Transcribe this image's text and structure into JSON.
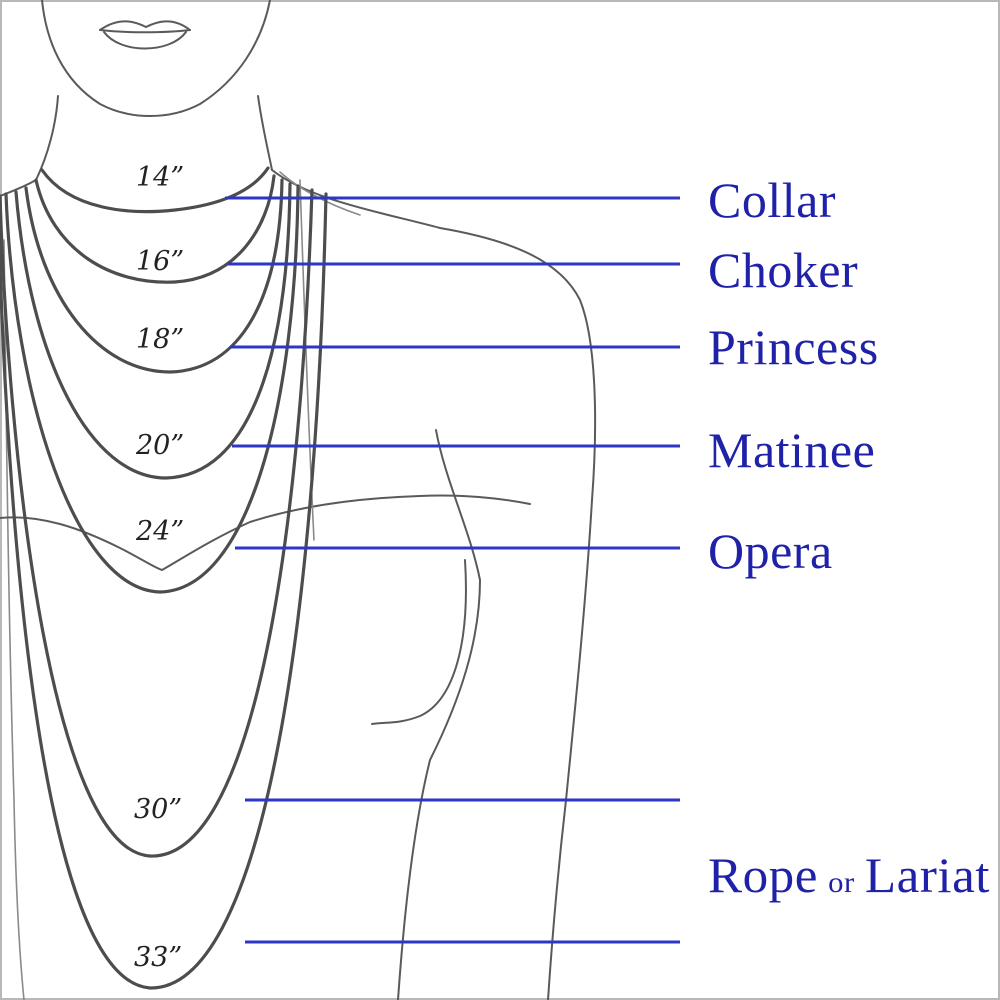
{
  "colors": {
    "pointer_line": "#2e36c4",
    "style_text": "#1f22a8",
    "sketch": "#5a5a5a",
    "background": "#ffffff"
  },
  "lengths": [
    {
      "id": "14",
      "label": "14”"
    },
    {
      "id": "16",
      "label": "16”"
    },
    {
      "id": "18",
      "label": "18”"
    },
    {
      "id": "20",
      "label": "20”"
    },
    {
      "id": "24",
      "label": "24”"
    },
    {
      "id": "30",
      "label": "30”"
    },
    {
      "id": "33",
      "label": "33”"
    }
  ],
  "styles": {
    "collar": "Collar",
    "choker": "Choker",
    "princess": "Princess",
    "matinee": "Matinee",
    "opera": "Opera",
    "rope": "Rope",
    "or": "or",
    "lariat": "Lariat"
  }
}
